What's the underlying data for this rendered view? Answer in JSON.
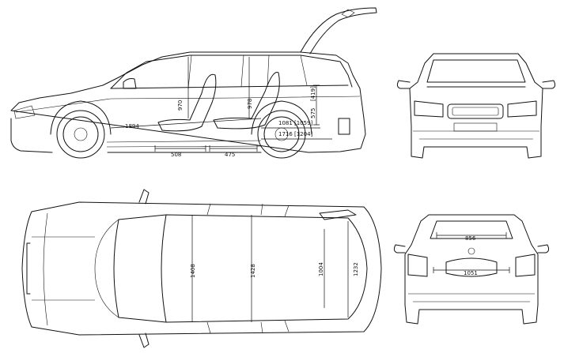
{
  "dimensions": {
    "side_length_1894": "1894",
    "side_height_970": "970",
    "side_height_978": "978",
    "side_floor_508": "508",
    "side_floor_475": "475",
    "side_cargo_1081": "1081",
    "side_cargo_1059": "[1059]",
    "side_cargo_1716": "1716",
    "side_cargo_1204": "[1204]",
    "side_sill_575": "575",
    "side_sill_419": "[419]",
    "rear_width_856": "856",
    "rear_width_1051": "1051",
    "top_width_1408": "1408",
    "top_width_1428": "1428",
    "top_width_1004": "1004",
    "top_width_1232": "1232"
  }
}
